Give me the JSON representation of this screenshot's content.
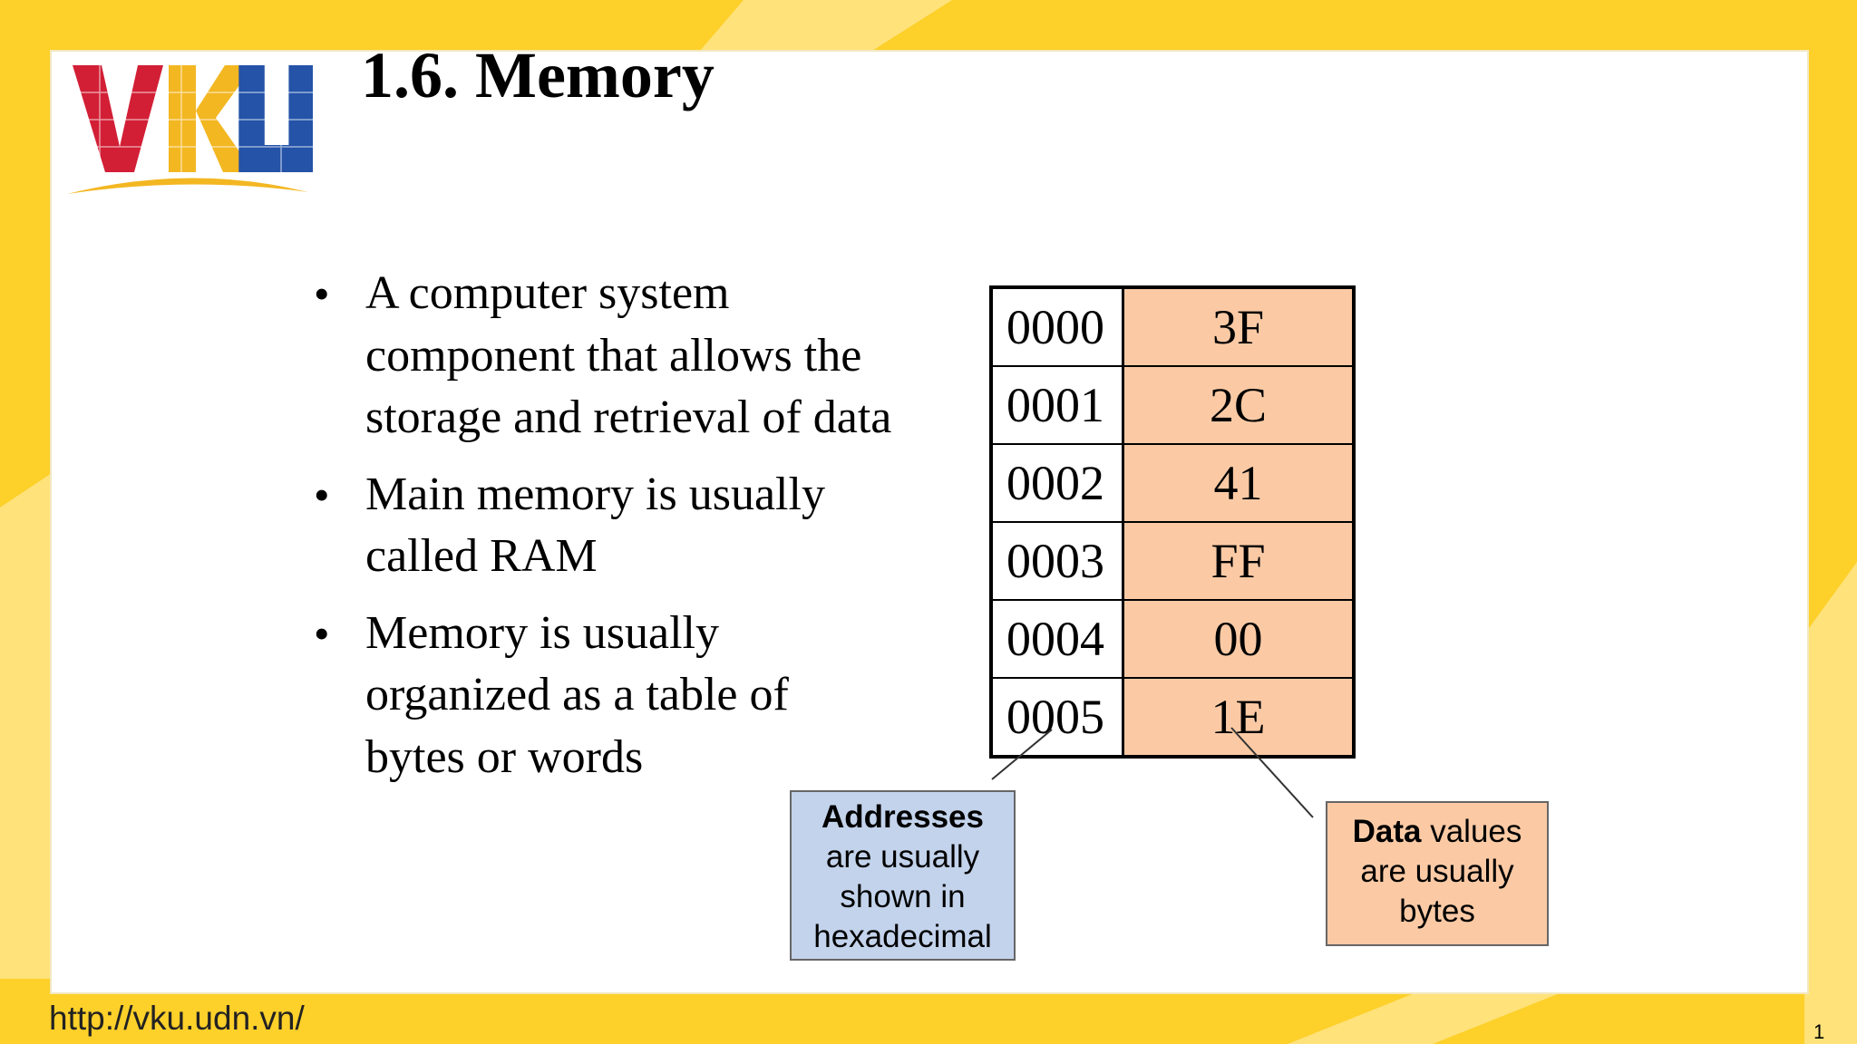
{
  "theme": {
    "frame_yellow": "#fdd02a",
    "light_yellow": "#ffe27a",
    "logo_red": "#d21f36",
    "logo_yellow": "#f3b722",
    "logo_blue": "#2453a8",
    "data_cell_color": "#fbcaa5",
    "address_callout_color": "#c3d3ec"
  },
  "slide": {
    "title": "1.6. Memory",
    "logo_icon": "vku-logo",
    "bullets": [
      "A computer system component that allows the storage and retrieval of data",
      "Main memory is usually called RAM",
      "Memory is usually organized as a table of bytes or words"
    ],
    "memory_table": [
      {
        "address": "0000",
        "value": "3F"
      },
      {
        "address": "0001",
        "value": "2C"
      },
      {
        "address": "0002",
        "value": "41"
      },
      {
        "address": "0003",
        "value": "FF"
      },
      {
        "address": "0004",
        "value": "00"
      },
      {
        "address": "0005",
        "value": "1E"
      }
    ],
    "callout_addresses": {
      "bold": "Addresses",
      "rest": "are usually shown in hexadecimal"
    },
    "callout_data": {
      "bold": "Data",
      "rest": "values are usually bytes"
    },
    "footer_url": "http://vku.udn.vn/",
    "page_number": "1"
  }
}
